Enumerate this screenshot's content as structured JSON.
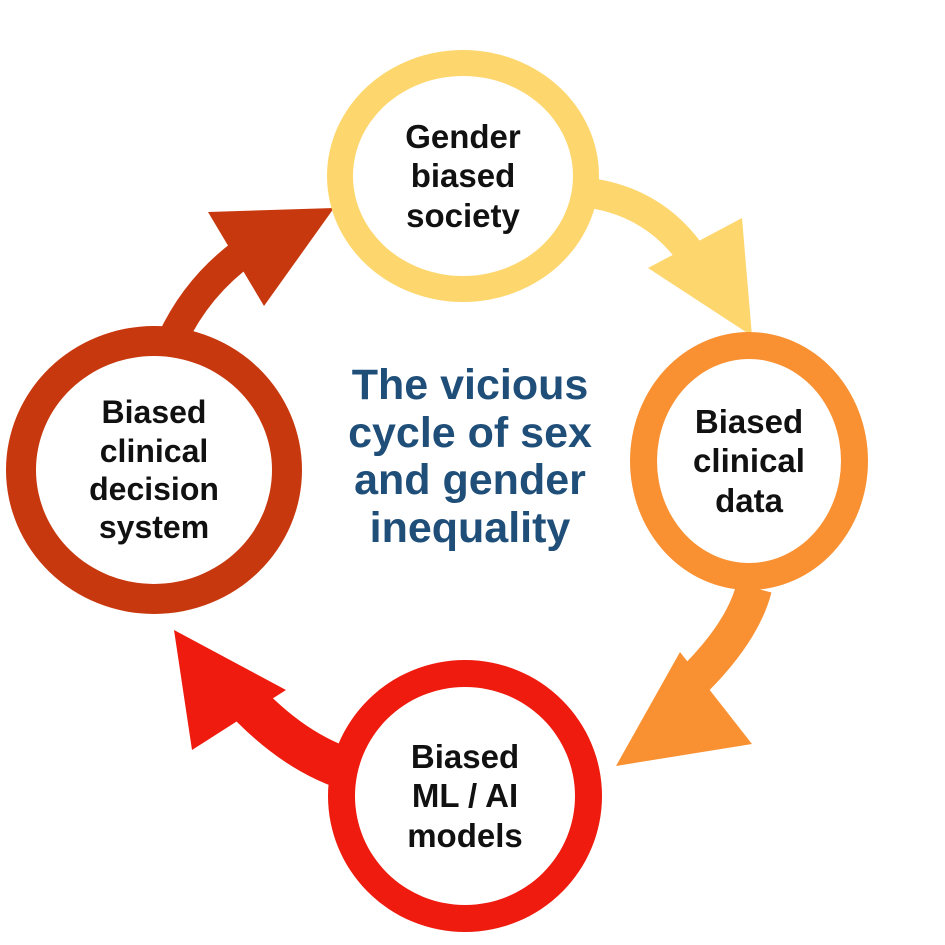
{
  "diagram": {
    "title_lines": [
      "The vicious",
      "cycle of sex",
      "and gender",
      "inequality"
    ],
    "nodes": [
      {
        "id": "top",
        "lines": [
          "Gender",
          "biased",
          "society"
        ],
        "color": "#FDD76E"
      },
      {
        "id": "right",
        "lines": [
          "Biased",
          "clinical",
          "data"
        ],
        "color": "#F99132"
      },
      {
        "id": "bottom",
        "lines": [
          "Biased",
          "ML / AI",
          "models"
        ],
        "color": "#EE1B0E"
      },
      {
        "id": "left",
        "lines": [
          "Biased",
          "clinical",
          "decision",
          "system"
        ],
        "color": "#C8380E"
      }
    ],
    "arrows": [
      {
        "from": "top",
        "to": "right",
        "color": "#FDD76E"
      },
      {
        "from": "right",
        "to": "bottom",
        "color": "#F99132"
      },
      {
        "from": "bottom",
        "to": "left",
        "color": "#EE1B0E"
      },
      {
        "from": "left",
        "to": "top",
        "color": "#C8380E"
      }
    ],
    "title_color": "#1F4E79"
  }
}
